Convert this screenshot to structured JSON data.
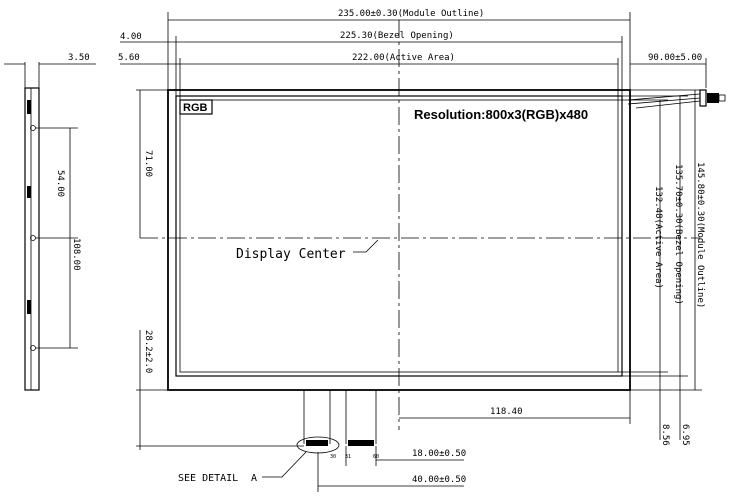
{
  "dimensions": {
    "module_width": "235.00±0.30(Module Outline)",
    "bezel_width": "225.30(Bezel Opening)",
    "active_width": "222.00(Active Area)",
    "offset_bezel": "4.00",
    "offset_active": "5.60",
    "cable_length": "90.00±5.00",
    "thickness": "3.50",
    "side_hole_spacing": "54.00",
    "side_height": "108.00",
    "center_height": "71.00",
    "fpc_offset": "28.2±2.0",
    "fpc_center_distance": "118.40",
    "fpc_width_1": "18.00±0.50",
    "fpc_width_2": "40.00±0.50",
    "module_height": "145.80±0.30(Module Outline)",
    "bezel_height": "135.70±0.30(Bezel Opening)",
    "active_height": "132.48(Active Area)",
    "bottom_offset_1": "8.56",
    "bottom_offset_2": "6.95"
  },
  "labels": {
    "rgb_badge": "RGB",
    "resolution": "Resolution:800x3(RGB)x480",
    "display_center": "Display Center",
    "see_detail": "SEE DETAIL",
    "detail_letter": "A",
    "pin_30": "30",
    "pin_31": "31",
    "pin_60": "60"
  }
}
